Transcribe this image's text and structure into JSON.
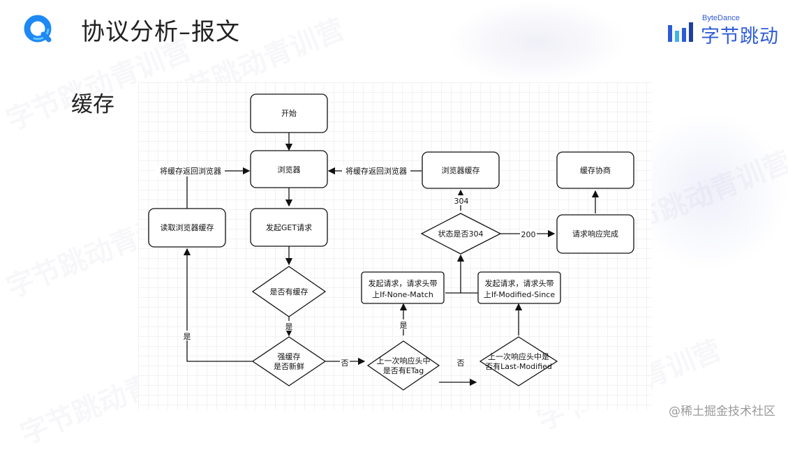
{
  "header": {
    "title": "协议分析–报文",
    "brand_en": "ByteDance",
    "brand_cn": "字节跳动"
  },
  "section": {
    "title": "缓存"
  },
  "footer": {
    "source_watermark": "@稀土掘金技术社区"
  },
  "background_watermark": "字节跳动青训营",
  "colors": {
    "brand_blue": "#2e5bd6",
    "logo_blue": "#1e88f5",
    "line": "#111111"
  },
  "flowchart": {
    "nodes": {
      "start": "开始",
      "browser": "浏览器",
      "send_get": "发起GET请求",
      "has_cache": "是否有缓存",
      "strong_cache": [
        "强缓存",
        "是否新鲜"
      ],
      "read_cache": "读取浏览器缓存",
      "etag_check": [
        "上一次响应头中",
        "是否有ETag"
      ],
      "lastmod_check": [
        "上一次响应头中是",
        "否有Last-Modified"
      ],
      "req_none_match": [
        "发起请求，请求头带",
        "上If-None-Match"
      ],
      "req_modified_since": [
        "发起请求，请求头带",
        "上If-Modified-Since"
      ],
      "status_304": "状态是否304",
      "browser_cache": "浏览器缓存",
      "req_complete": "请求响应完成",
      "negotiate": "缓存协商"
    },
    "edge_labels": {
      "return_left": "将缓存返回浏览器",
      "return_right": "将缓存返回浏览器",
      "yes_has_cache": "是",
      "yes_fresh": "是",
      "no_fresh": "否",
      "yes_etag": "是",
      "no_etag": "否",
      "code_304": "304",
      "code_200": "200"
    }
  }
}
